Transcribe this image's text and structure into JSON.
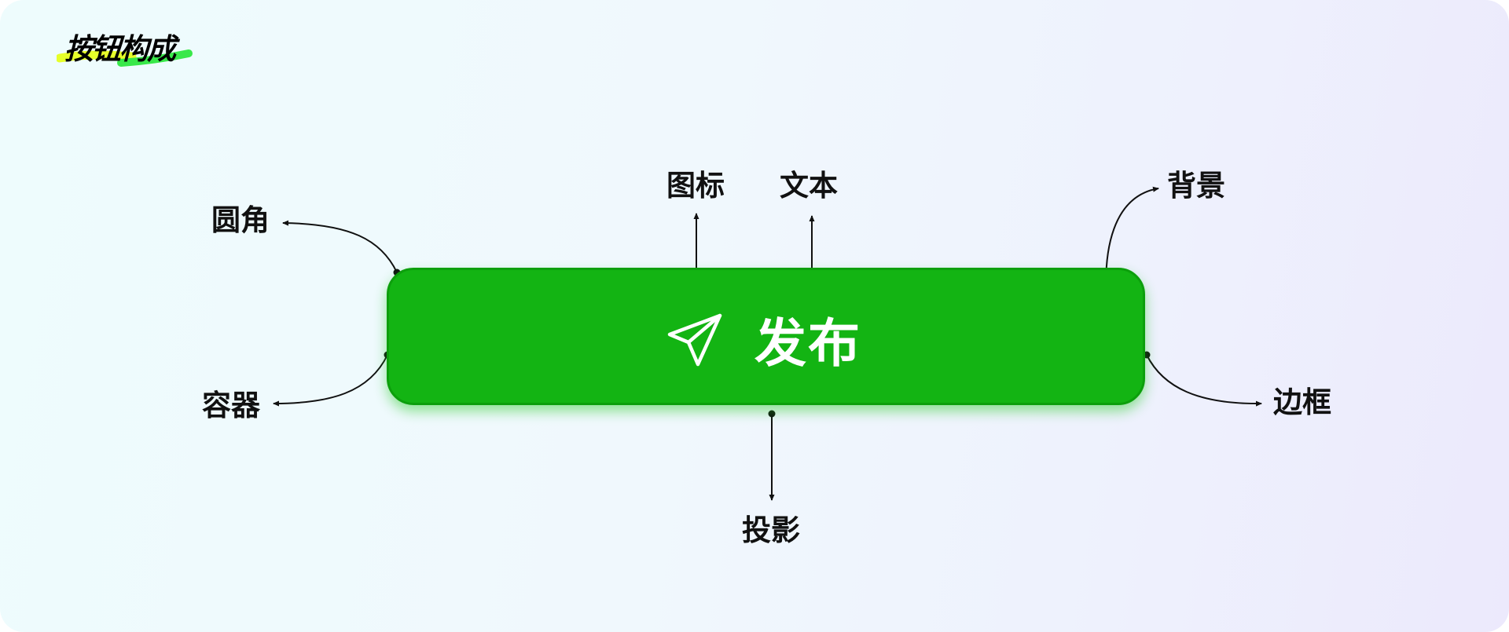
{
  "title": "按钮构成",
  "button": {
    "label": "发布",
    "color": "#13b413",
    "icon": "paper-plane-icon"
  },
  "callouts": {
    "rounded_corner": "圆角",
    "container": "容器",
    "icon": "图标",
    "text": "文本",
    "background": "背景",
    "border": "边框",
    "shadow": "投影"
  },
  "colors": {
    "highlight_yellow": "#e6ff2a",
    "highlight_green": "#39e84a",
    "connector": "#111111"
  }
}
